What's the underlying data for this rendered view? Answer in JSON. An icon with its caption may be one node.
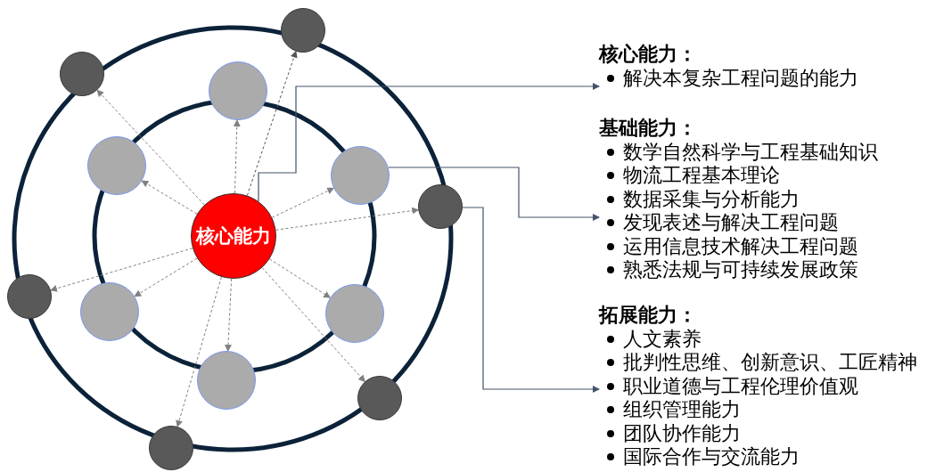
{
  "diagram": {
    "nodes": [
      {
        "text": [
          "核心能力"
        ]
      },
      {
        "text": [],
        "shape": "circle"
      },
      {
        "text": [],
        "shape": "circle"
      },
      {
        "text": [],
        "shape": "circle"
      },
      {
        "text": [],
        "shape": "circle"
      },
      {
        "text": [],
        "shape": "circle"
      },
      {
        "text": [],
        "shape": "circle"
      },
      {
        "text": [],
        "shape": "circle"
      },
      {
        "text": [],
        "shape": "circle"
      },
      {
        "text": [],
        "shape": "circle"
      },
      {
        "text": [],
        "shape": "circle"
      },
      {
        "text": [],
        "shape": "circle"
      },
      {
        "text": [],
        "shape": "circle"
      },
      {
        "text": [
          "核心能力：",
          "解决本复杂工程问题的能力"
        ]
      },
      {
        "text": [
          "基础能力：",
          "数学自然科学与工程基础知识",
          "物流工程基本理论",
          "数据采集与分析能力",
          "发现表述与解决工程问题",
          "运用信息技术解决工程问题",
          "熟悉法规与可持续发展政策"
        ]
      },
      {
        "text": [
          "拓展能力：",
          "人文素养",
          "批判性思维、创新意识、工匠精神",
          "职业道德与工程伦理价值观",
          "组织管理能力",
          "团队协作能力",
          "国际合作与交流能力"
        ]
      }
    ],
    "edges": [
      {
        "from": 0,
        "to": 1,
        "arrow": "to",
        "style": "dashed"
      },
      {
        "from": 0,
        "to": 2,
        "arrow": "to",
        "style": "dashed"
      },
      {
        "from": 0,
        "to": 3,
        "arrow": "to",
        "style": "dashed"
      },
      {
        "from": 0,
        "to": 4,
        "arrow": "to",
        "style": "dashed"
      },
      {
        "from": 0,
        "to": 5,
        "arrow": "to",
        "style": "dashed"
      },
      {
        "from": 0,
        "to": 6,
        "arrow": "to",
        "style": "dashed"
      },
      {
        "from": 0,
        "to": 7,
        "arrow": "to",
        "style": "dashed",
        "color": "#555555"
      },
      {
        "from": 0,
        "to": 8,
        "arrow": "to",
        "style": "dashed"
      },
      {
        "from": 0,
        "to": 9,
        "arrow": "to",
        "style": "dashed"
      },
      {
        "from": 0,
        "to": 10,
        "arrow": "to",
        "style": "dashed"
      },
      {
        "from": 0,
        "to": 11,
        "arrow": "to",
        "style": "dashed"
      },
      {
        "from": 0,
        "to": 12,
        "arrow": "to",
        "style": "dashed"
      },
      {
        "from": 0,
        "to": 13,
        "arrow": "to",
        "color": "#44546a"
      },
      {
        "from": 3,
        "to": 14,
        "arrow": "to",
        "color": "#44546a"
      },
      {
        "from": 9,
        "to": 15,
        "arrow": "to",
        "color": "#44546a"
      }
    ]
  }
}
